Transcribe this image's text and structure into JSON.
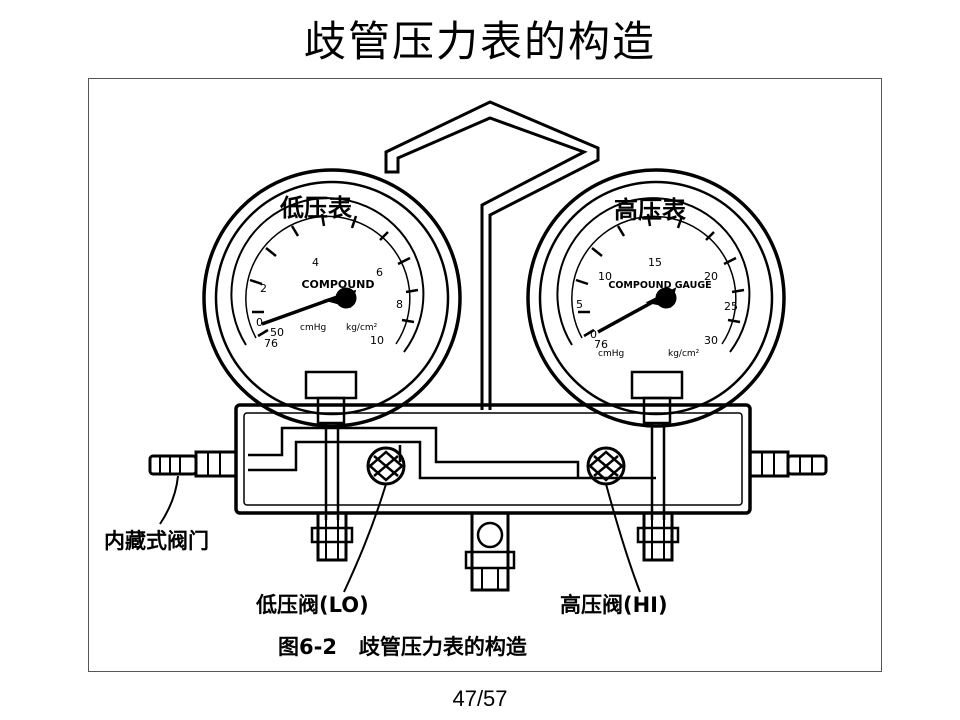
{
  "slide": {
    "title": "歧管压力表的构造",
    "page_number": "47/57"
  },
  "diagram": {
    "caption": "图6-2   歧管压力表的构造",
    "low_gauge": {
      "label": "低压表",
      "face_text": "COMPOUND",
      "units_left": "cmHg",
      "units_right": "kg/cm²",
      "ticks": [
        "2",
        "4",
        "6",
        "8",
        "10",
        "0",
        "50",
        "76"
      ]
    },
    "high_gauge": {
      "label": "高压表",
      "face_text": "COMPOUND GAUGE",
      "units_left": "cmHg",
      "units_right": "kg/cm²",
      "ticks": [
        "5",
        "10",
        "15",
        "20",
        "25",
        "30",
        "0",
        "76"
      ]
    },
    "callouts": {
      "port_valve": "内藏式阀门",
      "lo_valve": "低压阀(LO)",
      "hi_valve": "高压阀(HI)"
    }
  },
  "colors": {
    "ink": "#000000",
    "frame": "#555555"
  }
}
